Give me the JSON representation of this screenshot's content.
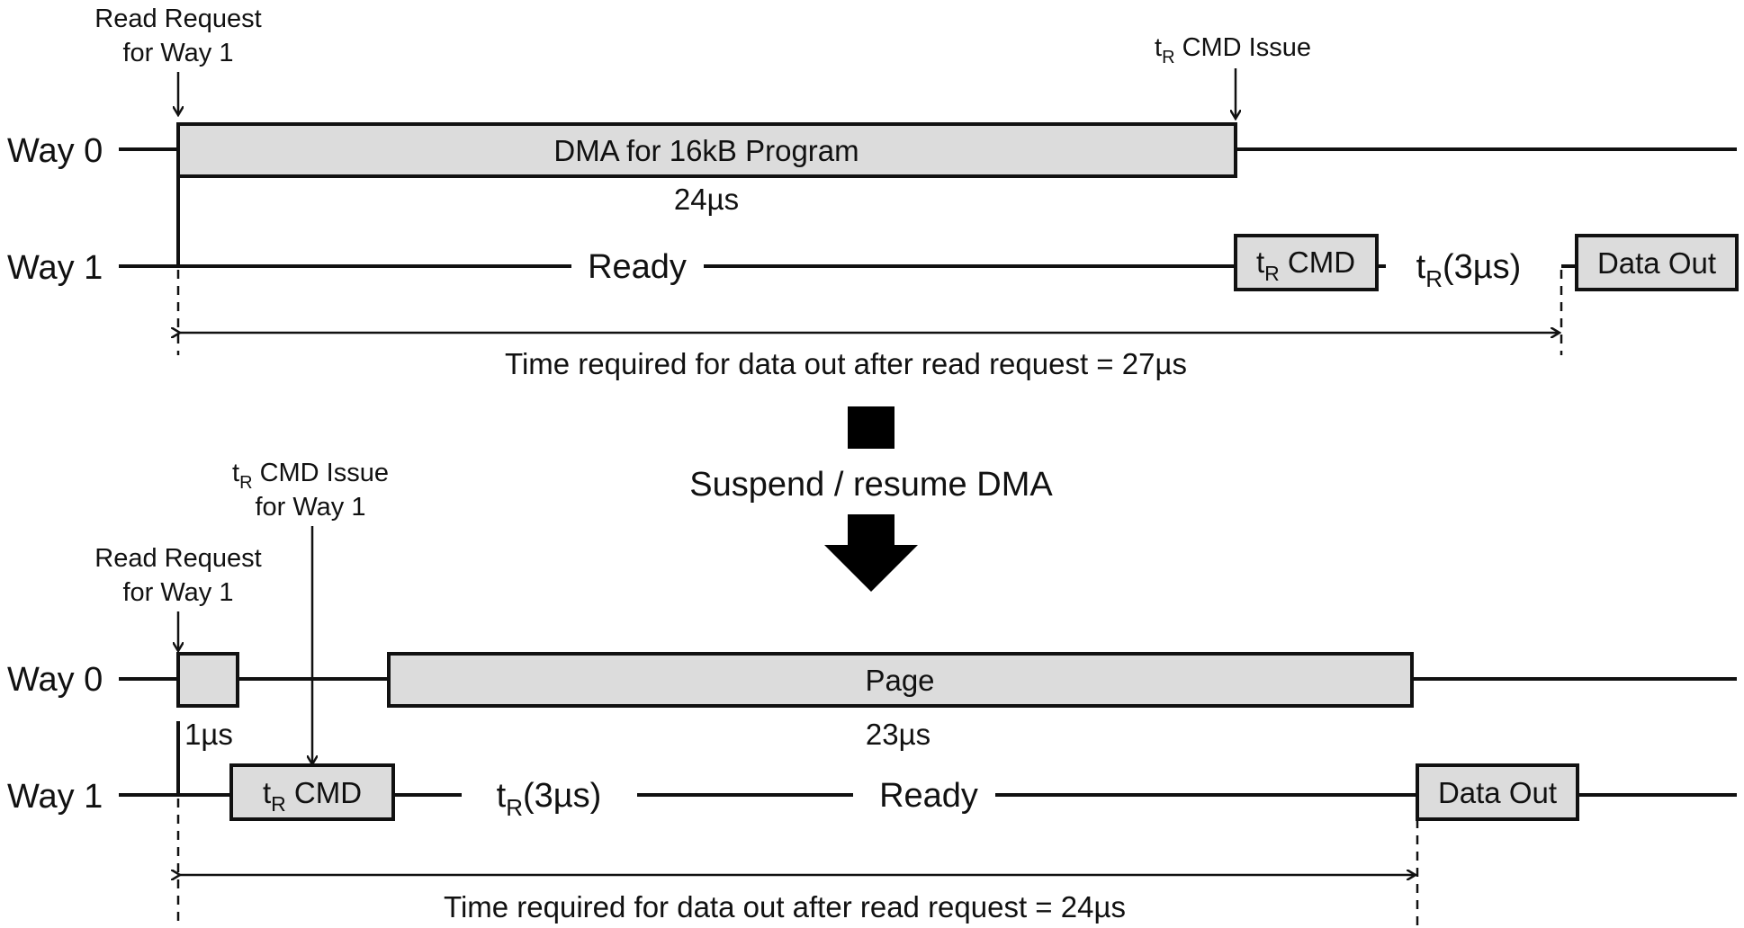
{
  "top": {
    "way0_label": "Way 0",
    "way1_label": "Way 1",
    "read_request_line1": "Read Request",
    "read_request_line2": "for Way 1",
    "tr_issue_t": "t",
    "tr_issue_sub": "R",
    "tr_issue_rest": " CMD Issue",
    "dma_box_label": "DMA for 16kB Program",
    "dma_duration": "24µs",
    "ready_label": "Ready",
    "tr_cmd_t": "t",
    "tr_cmd_sub": "R",
    "tr_cmd_rest": " CMD",
    "tr_time_t": "t",
    "tr_time_sub": "R",
    "tr_time_rest": "(3µs)",
    "data_out_label": "Data Out",
    "total_time": "Time required for data out after read request = 27µs"
  },
  "transition": {
    "label": "Suspend / resume DMA"
  },
  "bottom": {
    "way0_label": "Way 0",
    "way1_label": "Way 1",
    "read_request_line1": "Read Request",
    "read_request_line2": "for Way 1",
    "tr_issue_t": "t",
    "tr_issue_sub": "R",
    "tr_issue_rest": " CMD Issue",
    "tr_issue_line2": "for Way 1",
    "small_box_duration": "1µs",
    "page_box_label": "Page",
    "page_duration": "23µs",
    "tr_cmd_t": "t",
    "tr_cmd_sub": "R",
    "tr_cmd_rest": " CMD",
    "tr_time_t": "t",
    "tr_time_sub": "R",
    "tr_time_rest": "(3µs)",
    "ready_label": "Ready",
    "data_out_label": "Data Out",
    "total_time": "Time required for data out after read request = 24µs"
  },
  "colors": {
    "box_fill": "#dcdcdc",
    "ink": "#111111"
  }
}
